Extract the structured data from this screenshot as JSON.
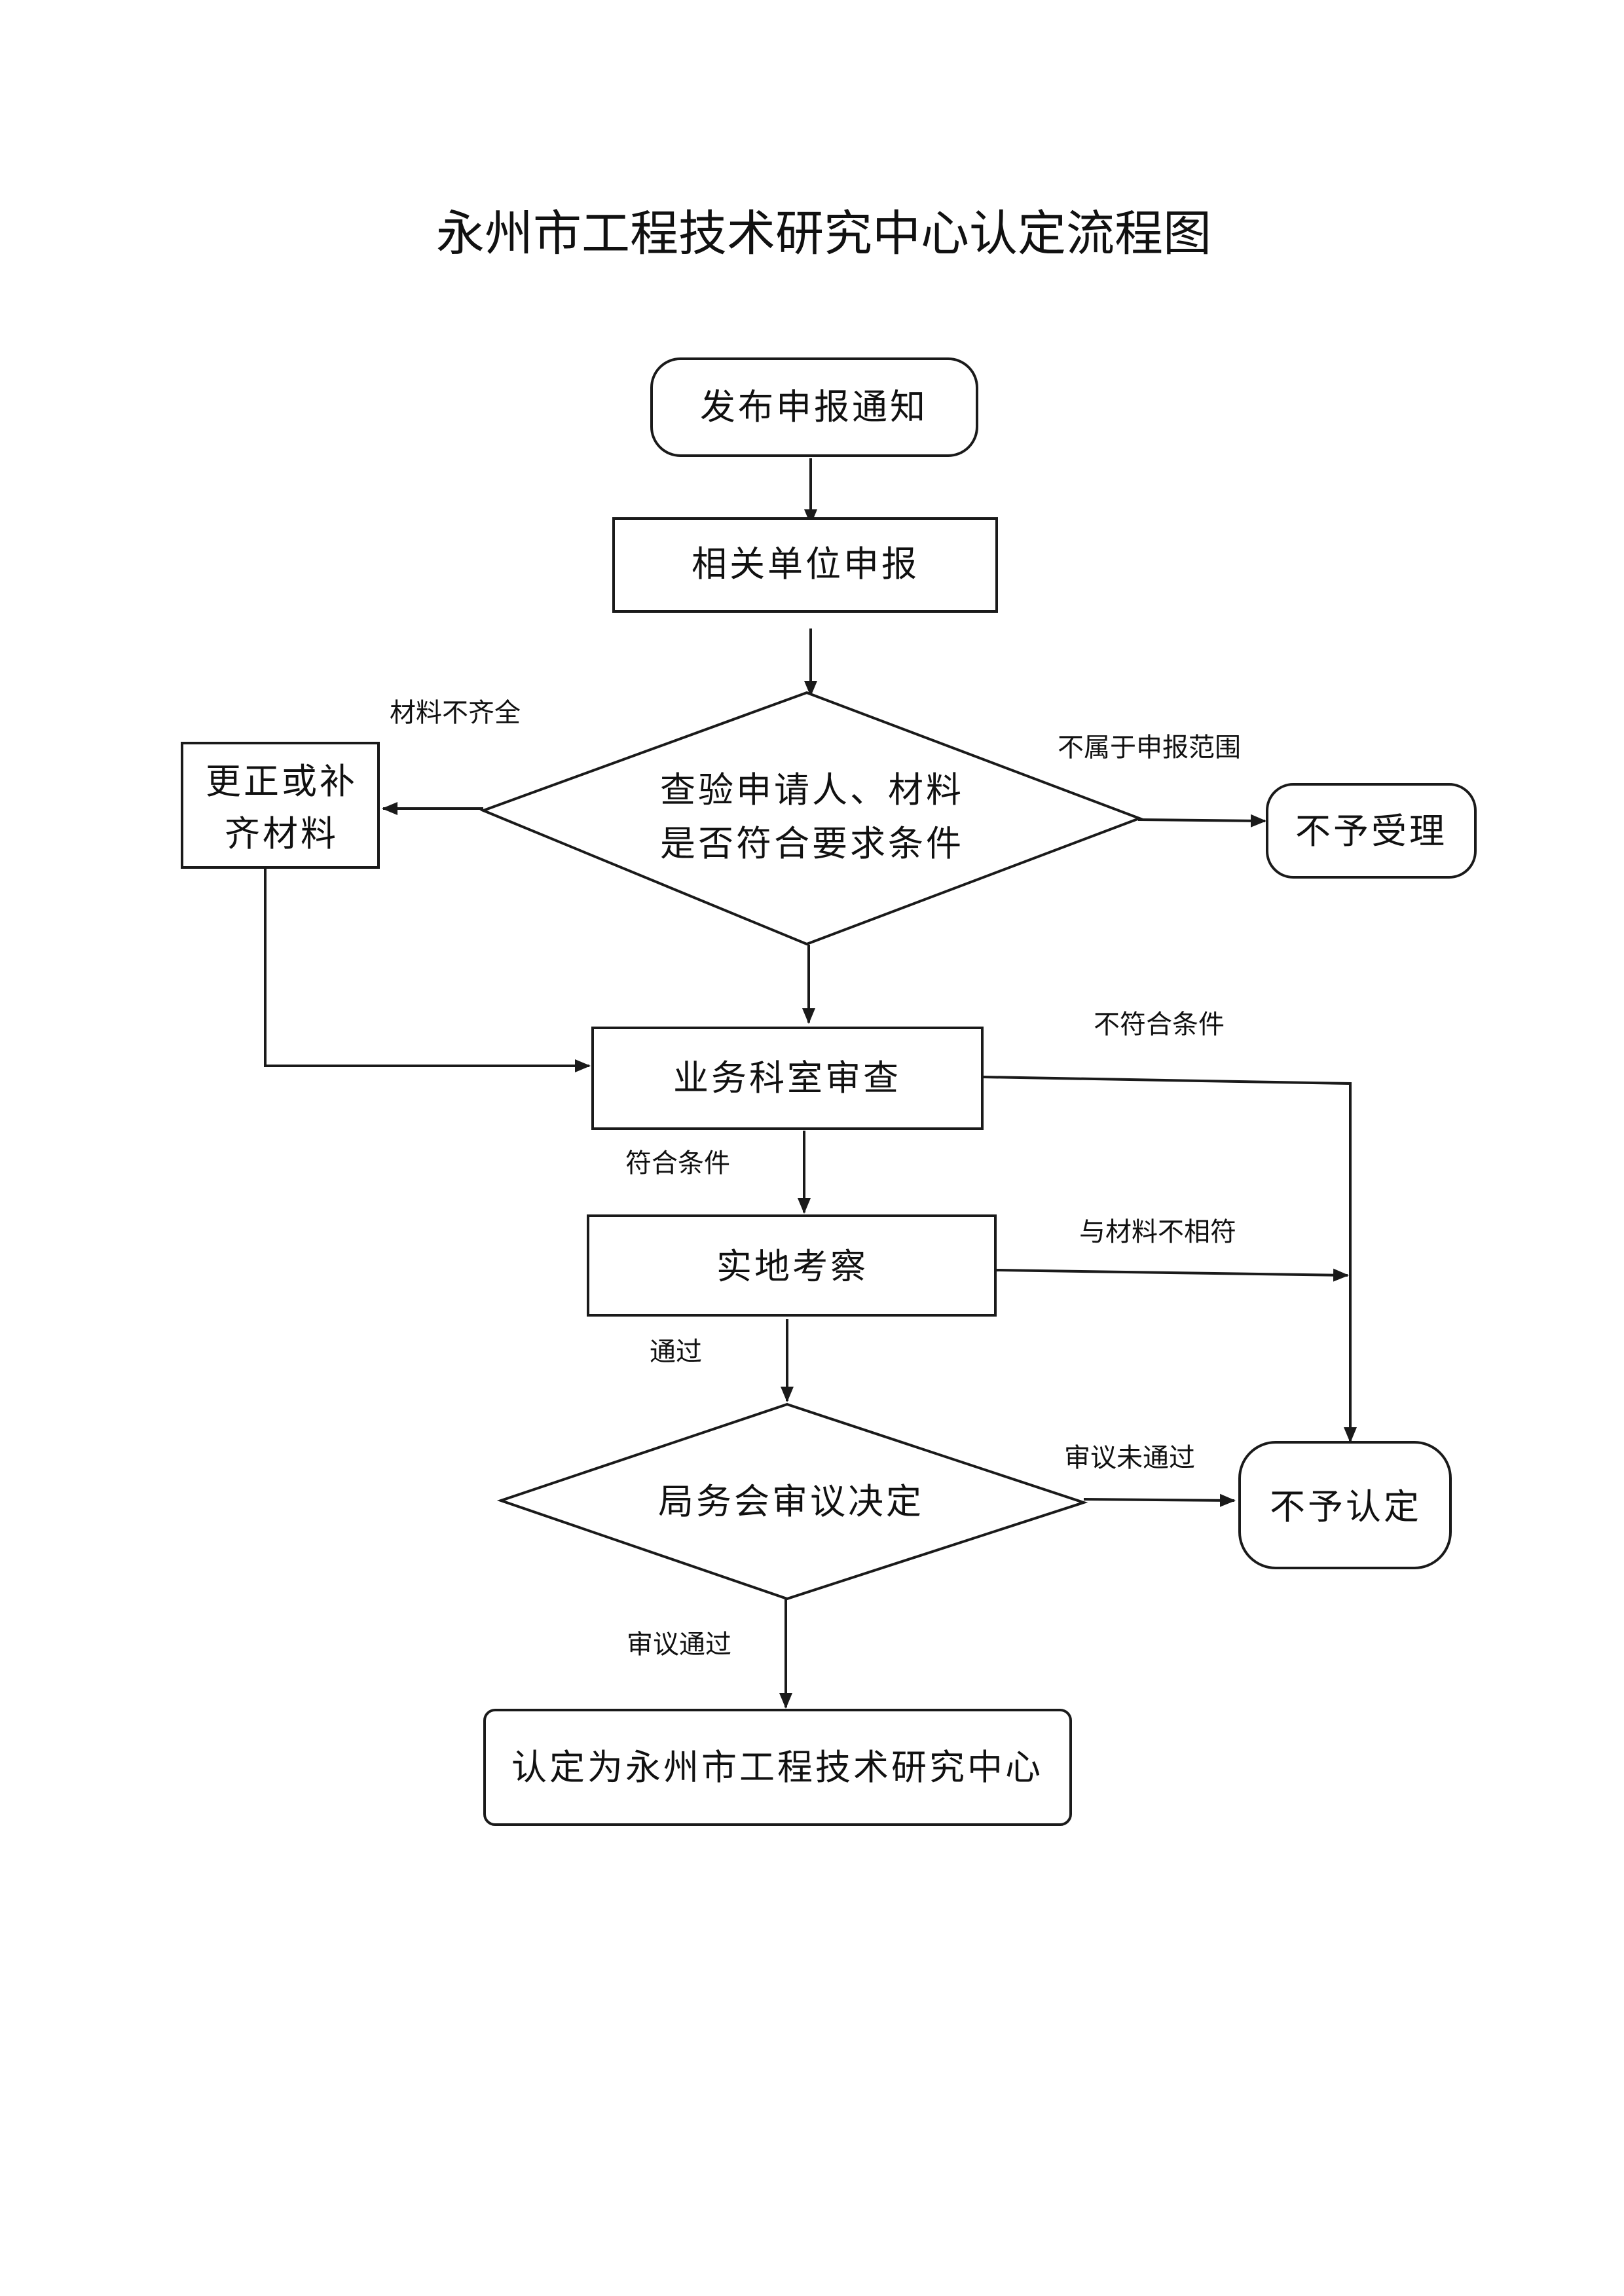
{
  "title": "永州市工程技术研究中心认定流程图",
  "nodes": {
    "publish_notice": "发布申报通知",
    "unit_apply": "相关单位申报",
    "check_materials": {
      "line1": "查验申请人、材料",
      "line2": "是否符合要求条件"
    },
    "correct_supplement": {
      "line1": "更正或补",
      "line2": "齐材料"
    },
    "not_accepted": "不予受理",
    "dept_review": "业务科室审查",
    "site_inspection": "实地考察",
    "bureau_decision": "局务会审议决定",
    "not_recognized": "不予认定",
    "recognized": "认定为永州市工程技术研究中心"
  },
  "edge_labels": {
    "incomplete_materials": "材料不齐全",
    "out_of_scope": "不属于申报范围",
    "not_qualified": "不符合条件",
    "qualified": "符合条件",
    "mismatch_materials": "与材料不相符",
    "passed": "通过",
    "review_failed": "审议未通过",
    "review_passed": "审议通过"
  },
  "colors": {
    "line": "#1a1a1a",
    "text": "#111111",
    "background": "#ffffff"
  }
}
